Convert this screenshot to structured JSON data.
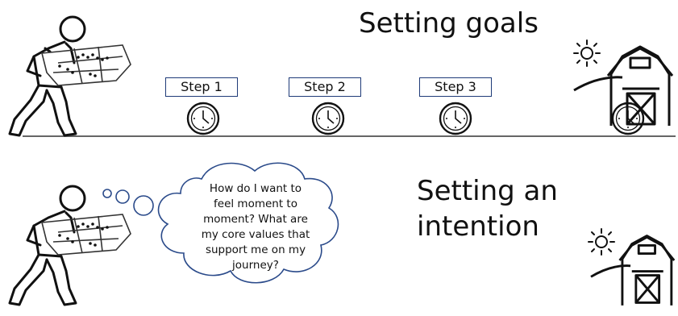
{
  "goals": {
    "title": "Setting goals",
    "steps": [
      "Step 1",
      "Step 2",
      "Step 3"
    ]
  },
  "intention": {
    "title_line1": "Setting an",
    "title_line2": "intention",
    "thought": [
      "How do I want to",
      "feel moment to",
      "moment? What are",
      "my core values that",
      "support me on my",
      "journey?"
    ]
  },
  "icons": [
    "hiker-with-map-icon",
    "clock-icon",
    "sun-icon",
    "barn-icon",
    "thought-bubble-icon"
  ],
  "colors": {
    "step_border": "#1f3b78",
    "line": "#666666"
  }
}
